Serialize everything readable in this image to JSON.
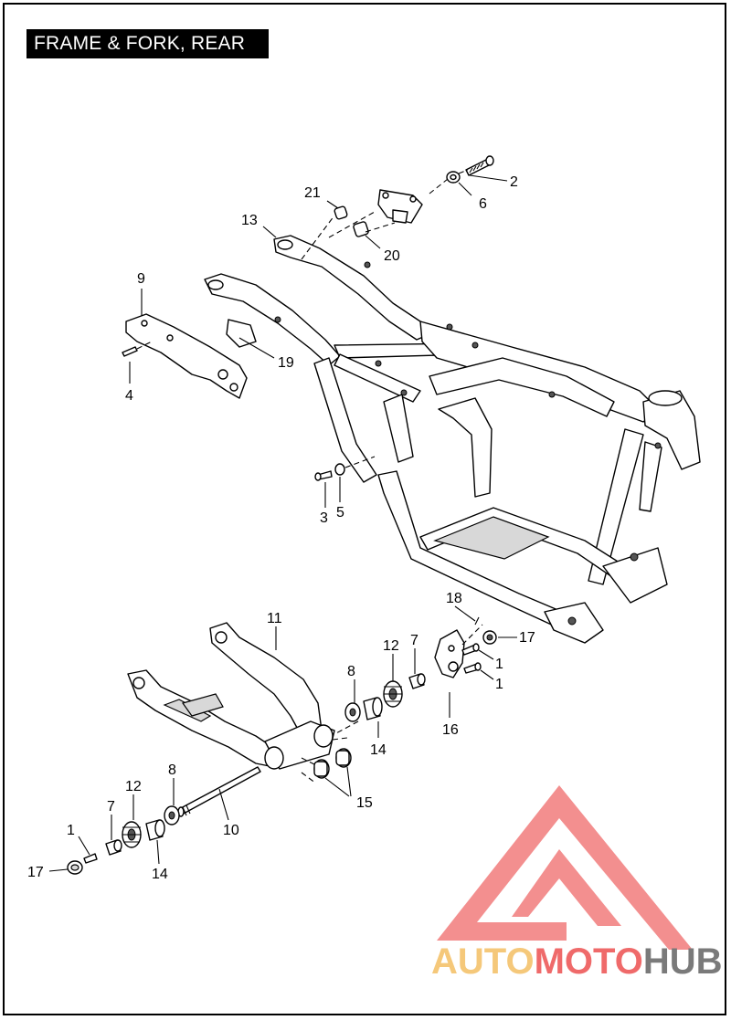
{
  "title": "FRAME & FORK, REAR",
  "watermark": {
    "part1": "AUTO",
    "part2": "MOTO",
    "part3": "HUB",
    "color_light": "#f5c87a",
    "color_red": "#ef6a6a",
    "color_gray": "#7a7a7a"
  },
  "callouts": {
    "c1a": "1",
    "c1b": "1",
    "c1c": "1",
    "c2": "2",
    "c3": "3",
    "c4": "4",
    "c5": "5",
    "c6": "6",
    "c7a": "7",
    "c7b": "7",
    "c8a": "8",
    "c8b": "8",
    "c9": "9",
    "c10": "10",
    "c11": "11",
    "c12a": "12",
    "c12b": "12",
    "c13": "13",
    "c14a": "14",
    "c14b": "14",
    "c15": "15",
    "c16": "16",
    "c17a": "17",
    "c17b": "17",
    "c18": "18",
    "c19": "19",
    "c20": "20",
    "c21": "21"
  }
}
